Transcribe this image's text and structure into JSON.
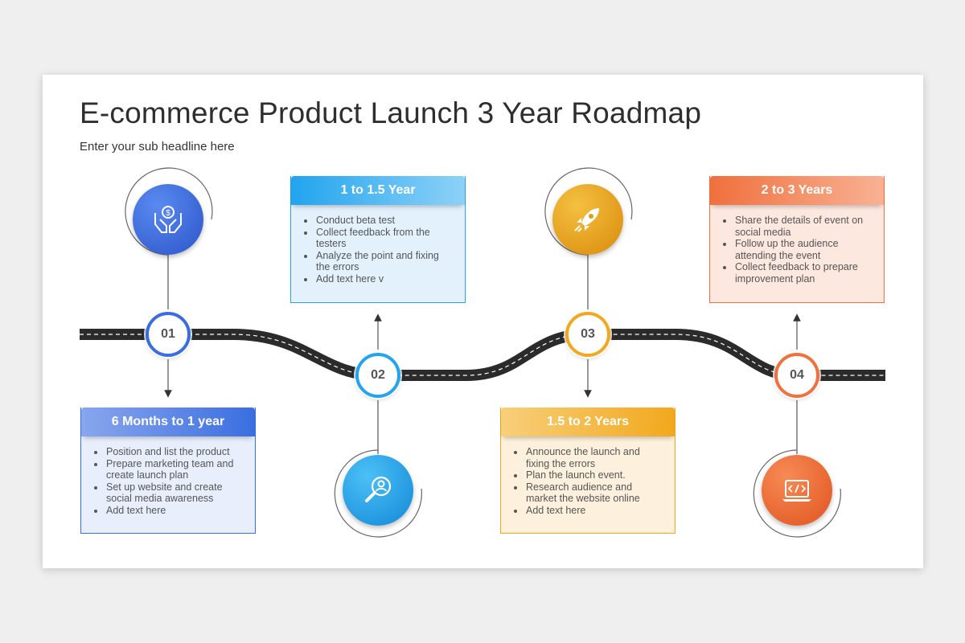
{
  "title": "E-commerce Product Launch 3 Year Roadmap",
  "subtitle": "Enter your sub headline here",
  "colors": {
    "blue": "#3a6ee0",
    "sky": "#22a4ee",
    "gold": "#f2a81d",
    "orange": "#f0703e"
  },
  "steps": [
    {
      "number": "01",
      "heading": "6 Months to 1 year",
      "icon": "money-hands-icon",
      "bullets": [
        "Position and list the product",
        "Prepare marketing team and create launch plan",
        "Set up website and create social media awareness",
        "Add text here"
      ]
    },
    {
      "number": "02",
      "heading": "1 to 1.5 Year",
      "icon": "user-search-icon",
      "bullets": [
        "Conduct beta test",
        "Collect feedback from the testers",
        "Analyze the point and fixing the errors",
        "Add text here v"
      ]
    },
    {
      "number": "03",
      "heading": "1.5 to 2 Years",
      "icon": "rocket-icon",
      "bullets": [
        "Announce the launch and fixing the errors",
        "Plan the launch event.",
        "Research audience and market the website online",
        "Add text here"
      ]
    },
    {
      "number": "04",
      "heading": "2 to 3 Years",
      "icon": "laptop-code-icon",
      "bullets": [
        "Share the details of event on social media",
        "Follow up the audience attending the event",
        "Collect feedback to prepare improvement plan"
      ]
    }
  ]
}
